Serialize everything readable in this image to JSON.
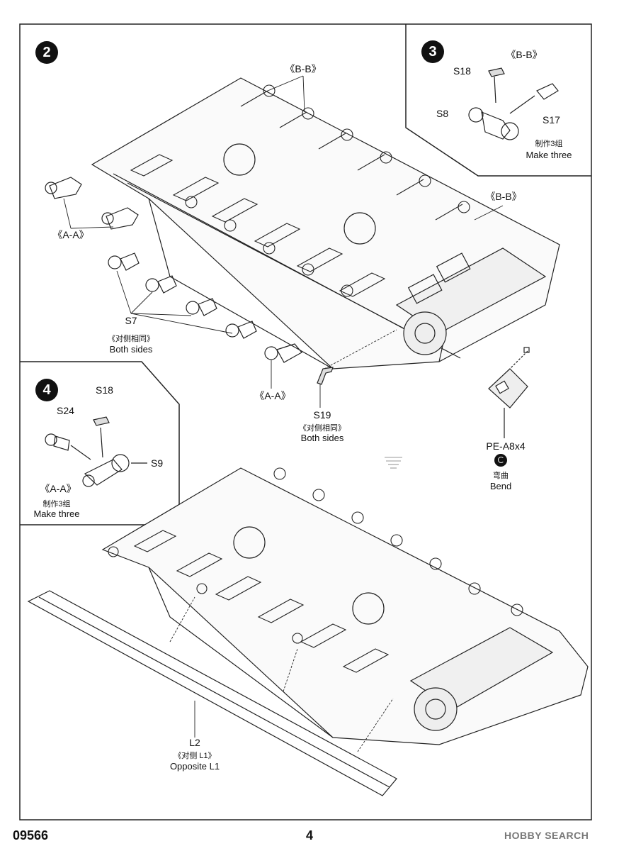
{
  "steps": {
    "two": {
      "number": "2"
    },
    "three": {
      "number": "3",
      "section": "《B-B》",
      "parts": [
        "S18",
        "S8",
        "S17"
      ],
      "note_cn": "制作3组",
      "note_en": "Make three"
    },
    "four": {
      "number": "4",
      "parts": [
        "S18",
        "S24",
        "S9"
      ],
      "section": "《A-A》",
      "note_cn": "制作3组",
      "note_en": "Make three"
    }
  },
  "labels": {
    "bb_top": "《B-B》",
    "bb_right": "《B-B》",
    "aa_left": "《A-A》",
    "aa_bottom": "《A-A》",
    "s7": "S7",
    "s7_cn": "《对侧相同》",
    "s7_en": "Both sides",
    "s19": "S19",
    "s19_cn": "《对侧相同》",
    "s19_en": "Both sides",
    "pe": "PE-A8x4",
    "bend_cn": "弯曲",
    "bend_en": "Bend",
    "l2": "L2",
    "l2_cn": "《对侧 L1》",
    "l2_en": "Opposite L1"
  },
  "footer": {
    "code": "09566",
    "page": "4",
    "watermark": "HOBBY SEARCH"
  },
  "icons": [
    "bend-icon",
    "down-arrow-icon"
  ]
}
